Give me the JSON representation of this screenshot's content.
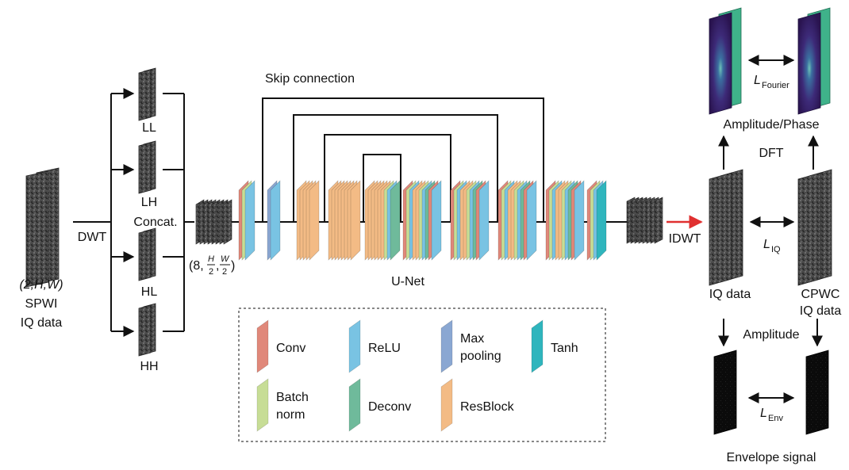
{
  "input": {
    "shape": "(2,H,W)",
    "name_line1": "SPWI",
    "name_line2": "IQ data"
  },
  "dwt_label": "DWT",
  "subbands": [
    "LL",
    "LH",
    "HL",
    "HH"
  ],
  "concat_label": "Concat.",
  "concat_shape": "(8,H/2,W/2)",
  "skip_label": "Skip connection",
  "unet_label": "U-Net",
  "idwt_label": "IDWT",
  "output": {
    "iq_label": "IQ data",
    "cpwc_line1": "CPWC",
    "cpwc_line2": "IQ data",
    "dft_label": "DFT",
    "amp_phase_label": "Amplitude/Phase",
    "amplitude_label": "Amplitude",
    "envelope_label": "Envelope signal"
  },
  "losses": {
    "fourier": {
      "symbol": "L",
      "subscript": "Fourier"
    },
    "iq": {
      "symbol": "L",
      "subscript": "IQ"
    },
    "env": {
      "symbol": "L",
      "subscript": "Env"
    }
  },
  "legend": [
    {
      "label": "Conv",
      "color": "#e0887a"
    },
    {
      "label": "ReLU",
      "color": "#79c3e3"
    },
    {
      "label": "Max pooling",
      "color": "#8aa7d2"
    },
    {
      "label": "Tanh",
      "color": "#2fb5bd"
    },
    {
      "label": "Batch norm",
      "color": "#c7dd96"
    },
    {
      "label": "Deconv",
      "color": "#6fba9b"
    },
    {
      "label": "ResBlock",
      "color": "#f3bb85"
    }
  ],
  "colors": {
    "conv": "#e0887a",
    "relu": "#79c3e3",
    "maxpool": "#8aa7d2",
    "tanh": "#2fb5bd",
    "batchnorm": "#c7dd96",
    "deconv": "#6fba9b",
    "resblock": "#f3bb85",
    "arrow_red": "#e03030",
    "spectrum": "#3a1f66",
    "edge": "#3fb28a"
  }
}
